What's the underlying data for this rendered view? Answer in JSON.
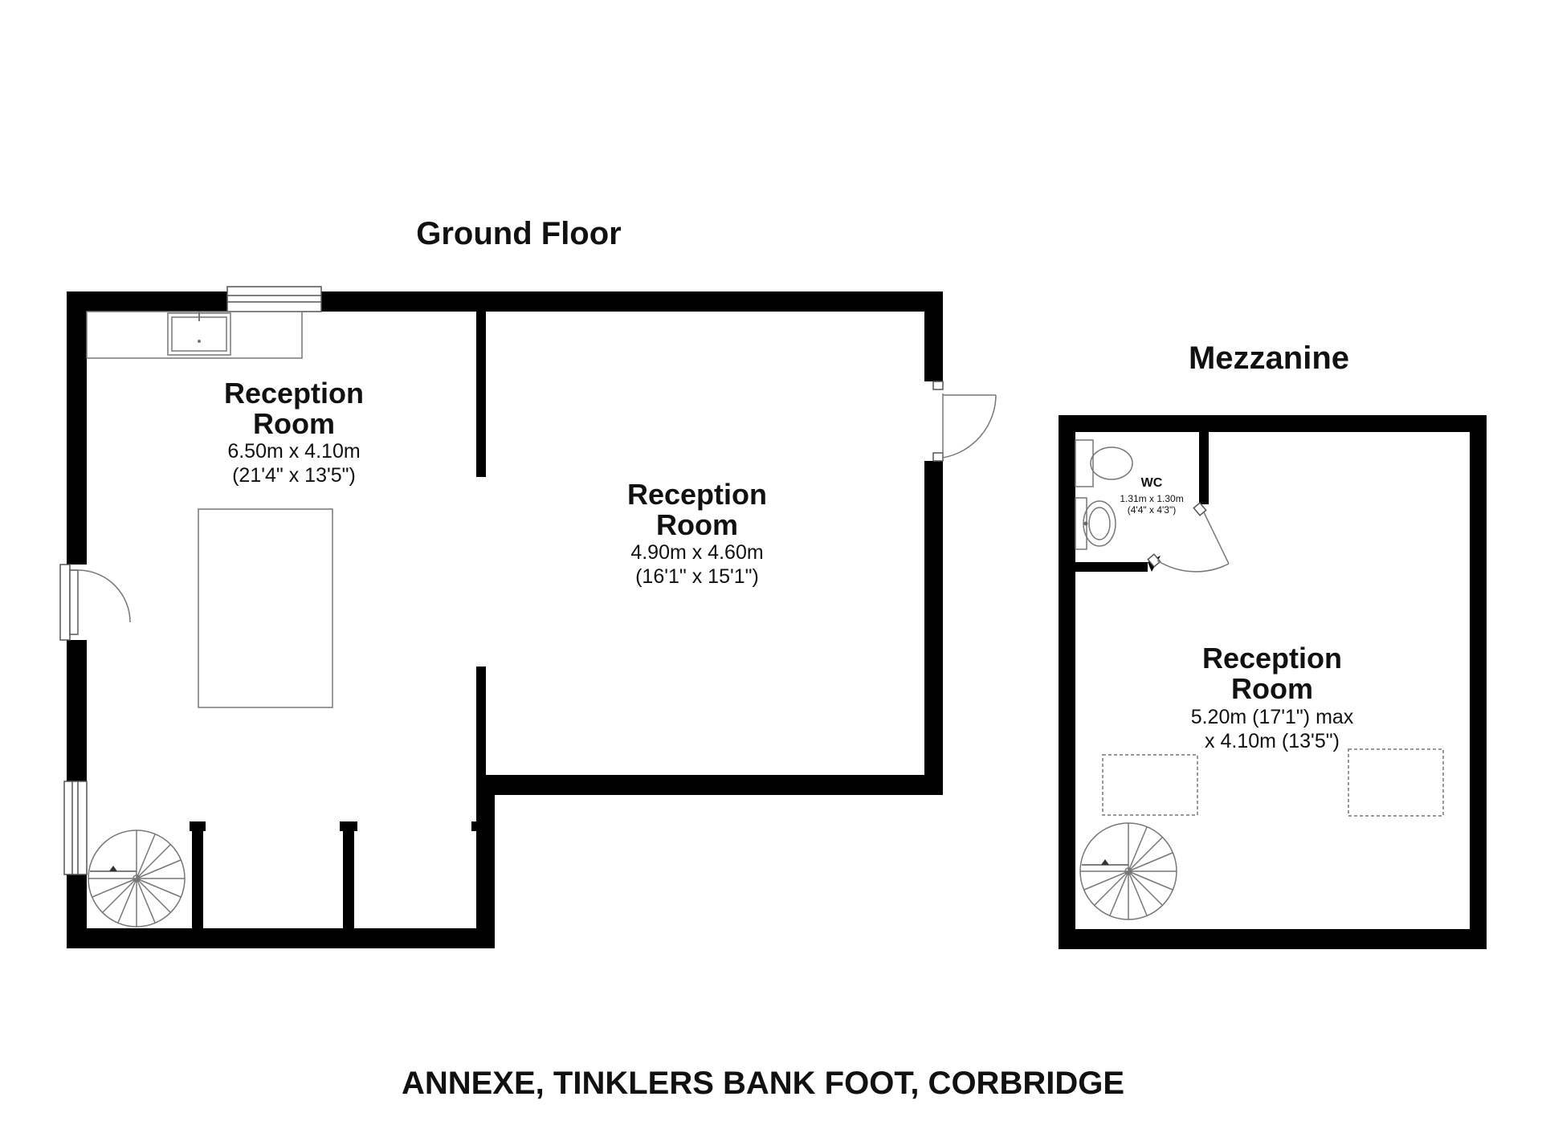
{
  "headings": {
    "ground_floor": "Ground Floor",
    "mezzanine": "Mezzanine"
  },
  "rooms": {
    "ground_left": {
      "name_line1": "Reception",
      "name_line2": "Room",
      "dim_metric": "6.50m x 4.10m",
      "dim_imperial": "(21'4\" x 13'5\")"
    },
    "ground_right": {
      "name_line1": "Reception",
      "name_line2": "Room",
      "dim_metric": "4.90m x 4.60m",
      "dim_imperial": "(16'1\" x 15'1\")"
    },
    "mezz_wc": {
      "name": "WC",
      "dim_metric": "1.31m x 1.30m",
      "dim_imperial": "(4'4\" x 4'3\")"
    },
    "mezz_main": {
      "name_line1": "Reception",
      "name_line2": "Room",
      "dim_line1": "5.20m (17'1\") max",
      "dim_line2": "x 4.10m (13'5\")"
    }
  },
  "footer": {
    "address": "ANNEXE, TINKLERS BANK FOOT, CORBRIDGE"
  }
}
